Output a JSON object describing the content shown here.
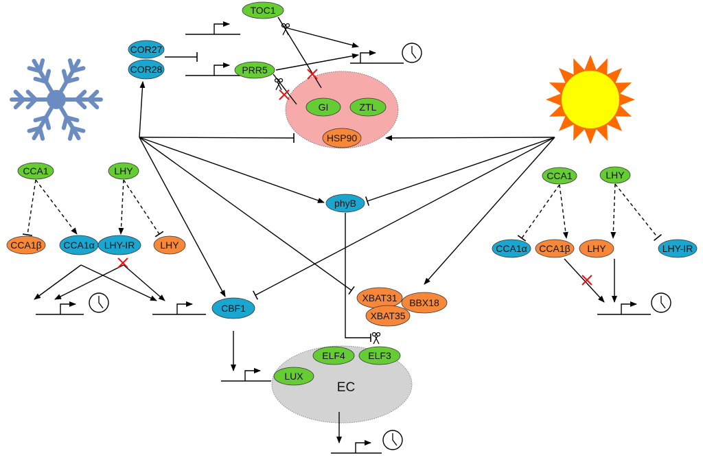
{
  "colors": {
    "green": "#66cc33",
    "blue": "#1ba6cf",
    "orange": "#f7883a",
    "complex_pink": "#f6aaaa",
    "complex_grey": "#d3d3d3",
    "inhibit_x": "#ee1111",
    "snowflake": "#6b8cc0",
    "sun_core": "#ffff00",
    "sun_rays": "#ff6a00"
  },
  "icons": [
    "snowflake-icon",
    "sun-icon",
    "clock-icon",
    "scissors-icon",
    "promoter-arrow-icon"
  ],
  "nodes": [
    {
      "id": "toc1",
      "label": "TOC1",
      "color": "green"
    },
    {
      "id": "cor27",
      "label": "COR27",
      "color": "blue"
    },
    {
      "id": "cor28",
      "label": "COR28",
      "color": "blue"
    },
    {
      "id": "prr5",
      "label": "PRR5",
      "color": "green"
    },
    {
      "id": "gi",
      "label": "GI",
      "color": "green"
    },
    {
      "id": "ztl",
      "label": "ZTL",
      "color": "green"
    },
    {
      "id": "hsp90",
      "label": "HSP90",
      "color": "orange"
    },
    {
      "id": "cca1_l",
      "label": "CCA1",
      "color": "green"
    },
    {
      "id": "lhy_l",
      "label": "LHY",
      "color": "green"
    },
    {
      "id": "cca1b_l",
      "label": "CCA1β",
      "color": "orange"
    },
    {
      "id": "cca1a_l",
      "label": "CCA1α",
      "color": "blue"
    },
    {
      "id": "lhyir_l",
      "label": "LHY-IR",
      "color": "blue"
    },
    {
      "id": "lhy_lo",
      "label": "LHY",
      "color": "orange"
    },
    {
      "id": "phyb",
      "label": "phyB",
      "color": "blue"
    },
    {
      "id": "cbf1",
      "label": "CBF1",
      "color": "blue"
    },
    {
      "id": "xbat31",
      "label": "XBAT31",
      "color": "orange"
    },
    {
      "id": "bbx18",
      "label": "BBX18",
      "color": "orange"
    },
    {
      "id": "xbat35",
      "label": "XBAT35",
      "color": "orange"
    },
    {
      "id": "elf4",
      "label": "ELF4",
      "color": "green"
    },
    {
      "id": "elf3",
      "label": "ELF3",
      "color": "green"
    },
    {
      "id": "lux",
      "label": "LUX",
      "color": "green"
    },
    {
      "id": "cca1_r",
      "label": "CCA1",
      "color": "green"
    },
    {
      "id": "lhy_r",
      "label": "LHY",
      "color": "green"
    },
    {
      "id": "cca1a_r",
      "label": "CCA1α",
      "color": "blue"
    },
    {
      "id": "cca1b_r",
      "label": "CCA1β",
      "color": "orange"
    },
    {
      "id": "lhy_ro",
      "label": "LHY",
      "color": "orange"
    },
    {
      "id": "lhyir_r",
      "label": "LHY-IR",
      "color": "blue"
    }
  ],
  "complexes": {
    "ec_label": "EC"
  }
}
